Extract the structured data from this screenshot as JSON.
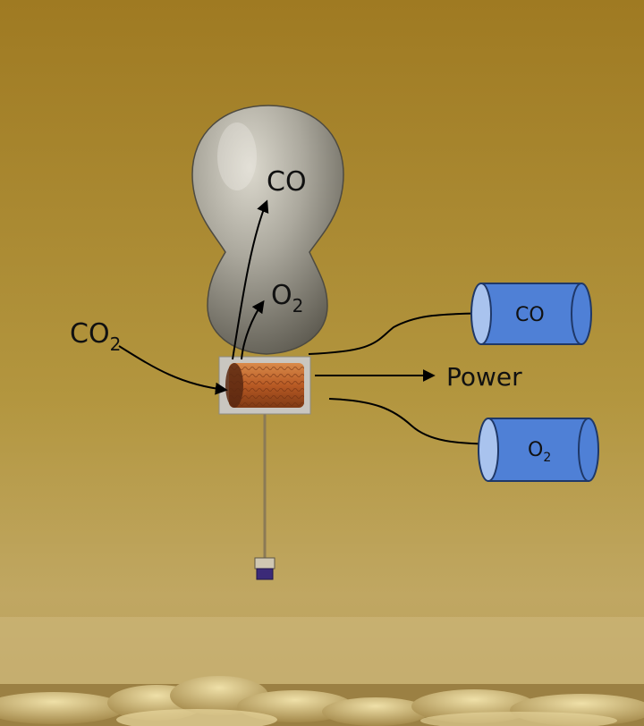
{
  "diagram": {
    "balloon_gases": {
      "top_label": "CO",
      "lower_label_base": "O",
      "lower_label_sub": "2"
    },
    "input": {
      "label_base": "CO",
      "label_sub": "2"
    },
    "outputs": {
      "power_label": "Power",
      "tank_co_label": "CO",
      "tank_o2_label_base": "O",
      "tank_o2_label_sub": "2"
    },
    "colors": {
      "sky_top": "#a27c22",
      "sky_mid": "#b59a45",
      "sky_bottom": "#c4ad6b",
      "tank_fill": "#4f80d6",
      "tank_stroke": "#1f3868",
      "balloon": "#a6a49a",
      "converter": "#c0652c",
      "arrow": "#000000"
    }
  }
}
